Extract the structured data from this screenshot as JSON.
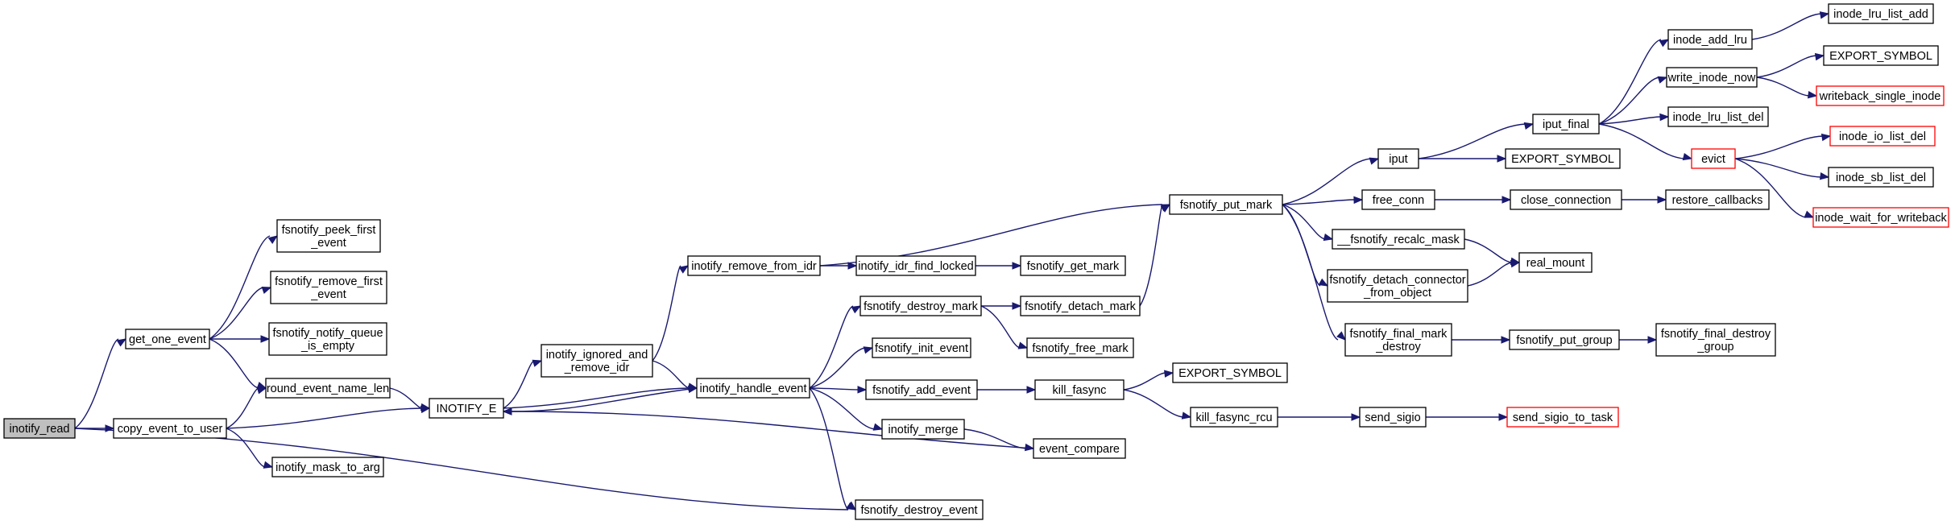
{
  "colors": {
    "edge": "#191970",
    "root_fill": "#bfbfbf",
    "red_border": "#ff0000",
    "border": "#000000"
  },
  "nodes": [
    {
      "id": "n0",
      "lines": [
        "inotify_read"
      ],
      "root": true
    },
    {
      "id": "n1",
      "lines": [
        "get_one_event"
      ]
    },
    {
      "id": "n2",
      "lines": [
        "copy_event_to_user"
      ]
    },
    {
      "id": "n3",
      "lines": [
        "fsnotify_peek_first",
        "_event"
      ]
    },
    {
      "id": "n4",
      "lines": [
        "fsnotify_remove_first",
        "_event"
      ]
    },
    {
      "id": "n5",
      "lines": [
        "fsnotify_notify_queue",
        "_is_empty"
      ]
    },
    {
      "id": "n6",
      "lines": [
        "round_event_name_len"
      ]
    },
    {
      "id": "n7",
      "lines": [
        "inotify_mask_to_arg"
      ]
    },
    {
      "id": "n8",
      "lines": [
        "INOTIFY_E"
      ]
    },
    {
      "id": "n9",
      "lines": [
        "inotify_ignored_and",
        "_remove_idr"
      ]
    },
    {
      "id": "n10",
      "lines": [
        "inotify_handle_event"
      ]
    },
    {
      "id": "n11",
      "lines": [
        "inotify_remove_from_idr"
      ]
    },
    {
      "id": "n12",
      "lines": [
        "inotify_idr_find_locked"
      ]
    },
    {
      "id": "n13",
      "lines": [
        "fsnotify_get_mark"
      ]
    },
    {
      "id": "n14",
      "lines": [
        "fsnotify_destroy_mark"
      ]
    },
    {
      "id": "n15",
      "lines": [
        "fsnotify_detach_mark"
      ]
    },
    {
      "id": "n16",
      "lines": [
        "fsnotify_free_mark"
      ]
    },
    {
      "id": "n17",
      "lines": [
        "fsnotify_init_event"
      ]
    },
    {
      "id": "n18",
      "lines": [
        "fsnotify_add_event"
      ]
    },
    {
      "id": "n19",
      "lines": [
        "kill_fasync"
      ]
    },
    {
      "id": "n20",
      "lines": [
        "inotify_merge"
      ]
    },
    {
      "id": "n21",
      "lines": [
        "event_compare"
      ]
    },
    {
      "id": "n22",
      "lines": [
        "fsnotify_destroy_event"
      ]
    },
    {
      "id": "n23",
      "lines": [
        "fsnotify_put_mark"
      ]
    },
    {
      "id": "n24",
      "lines": [
        "iput"
      ]
    },
    {
      "id": "n25",
      "lines": [
        "free_conn"
      ]
    },
    {
      "id": "n26",
      "lines": [
        "__fsnotify_recalc_mask"
      ]
    },
    {
      "id": "n27",
      "lines": [
        "fsnotify_detach_connector",
        "_from_object"
      ]
    },
    {
      "id": "n28",
      "lines": [
        "fsnotify_final_mark",
        "_destroy"
      ]
    },
    {
      "id": "n29",
      "lines": [
        "EXPORT_SYMBOL"
      ]
    },
    {
      "id": "n30",
      "lines": [
        "kill_fasync_rcu"
      ]
    },
    {
      "id": "n31",
      "lines": [
        "iput_final"
      ]
    },
    {
      "id": "n32",
      "lines": [
        "EXPORT_SYMBOL"
      ]
    },
    {
      "id": "n33",
      "lines": [
        "close_connection"
      ]
    },
    {
      "id": "n34",
      "lines": [
        "real_mount"
      ]
    },
    {
      "id": "n35",
      "lines": [
        "fsnotify_put_group"
      ]
    },
    {
      "id": "n36",
      "lines": [
        "send_sigio"
      ]
    },
    {
      "id": "n37",
      "lines": [
        "inode_add_lru"
      ]
    },
    {
      "id": "n38",
      "lines": [
        "write_inode_now"
      ]
    },
    {
      "id": "n39",
      "lines": [
        "inode_lru_list_del"
      ]
    },
    {
      "id": "n40",
      "lines": [
        "evict"
      ],
      "red": true
    },
    {
      "id": "n41",
      "lines": [
        "restore_callbacks"
      ]
    },
    {
      "id": "n42",
      "lines": [
        "fsnotify_final_destroy",
        "_group"
      ]
    },
    {
      "id": "n43",
      "lines": [
        "send_sigio_to_task"
      ],
      "red": true
    },
    {
      "id": "n44",
      "lines": [
        "inode_lru_list_add"
      ]
    },
    {
      "id": "n45",
      "lines": [
        "EXPORT_SYMBOL"
      ]
    },
    {
      "id": "n46",
      "lines": [
        "writeback_single_inode"
      ],
      "red": true
    },
    {
      "id": "n47",
      "lines": [
        "inode_io_list_del"
      ],
      "red": true
    },
    {
      "id": "n48",
      "lines": [
        "inode_sb_list_del"
      ]
    },
    {
      "id": "n49",
      "lines": [
        "inode_wait_for_writeback"
      ],
      "red": true
    }
  ],
  "edges": [
    [
      "n0",
      "n1"
    ],
    [
      "n0",
      "n2"
    ],
    [
      "n0",
      "n22"
    ],
    [
      "n1",
      "n3"
    ],
    [
      "n1",
      "n4"
    ],
    [
      "n1",
      "n5"
    ],
    [
      "n1",
      "n6"
    ],
    [
      "n2",
      "n6"
    ],
    [
      "n2",
      "n7"
    ],
    [
      "n2",
      "n8"
    ],
    [
      "n6",
      "n8"
    ],
    [
      "n8",
      "n9"
    ],
    [
      "n8",
      "n10"
    ],
    [
      "n9",
      "n11"
    ],
    [
      "n9",
      "n10"
    ],
    [
      "n10",
      "n14"
    ],
    [
      "n10",
      "n17"
    ],
    [
      "n10",
      "n18"
    ],
    [
      "n10",
      "n20"
    ],
    [
      "n10",
      "n22"
    ],
    [
      "n10",
      "n8"
    ],
    [
      "n11",
      "n12"
    ],
    [
      "n11",
      "n23"
    ],
    [
      "n12",
      "n13"
    ],
    [
      "n14",
      "n15"
    ],
    [
      "n14",
      "n16"
    ],
    [
      "n15",
      "n23"
    ],
    [
      "n18",
      "n19"
    ],
    [
      "n19",
      "n29"
    ],
    [
      "n19",
      "n30"
    ],
    [
      "n20",
      "n21"
    ],
    [
      "n21",
      "n8"
    ],
    [
      "n23",
      "n24"
    ],
    [
      "n23",
      "n25"
    ],
    [
      "n23",
      "n26"
    ],
    [
      "n23",
      "n27"
    ],
    [
      "n23",
      "n28"
    ],
    [
      "n24",
      "n31"
    ],
    [
      "n24",
      "n32"
    ],
    [
      "n25",
      "n33"
    ],
    [
      "n26",
      "n34"
    ],
    [
      "n27",
      "n34"
    ],
    [
      "n28",
      "n35"
    ],
    [
      "n30",
      "n36"
    ],
    [
      "n31",
      "n37"
    ],
    [
      "n31",
      "n38"
    ],
    [
      "n31",
      "n39"
    ],
    [
      "n31",
      "n40"
    ],
    [
      "n33",
      "n41"
    ],
    [
      "n35",
      "n42"
    ],
    [
      "n36",
      "n43"
    ],
    [
      "n37",
      "n44"
    ],
    [
      "n38",
      "n45"
    ],
    [
      "n38",
      "n46"
    ],
    [
      "n40",
      "n47"
    ],
    [
      "n40",
      "n48"
    ],
    [
      "n40",
      "n49"
    ]
  ]
}
